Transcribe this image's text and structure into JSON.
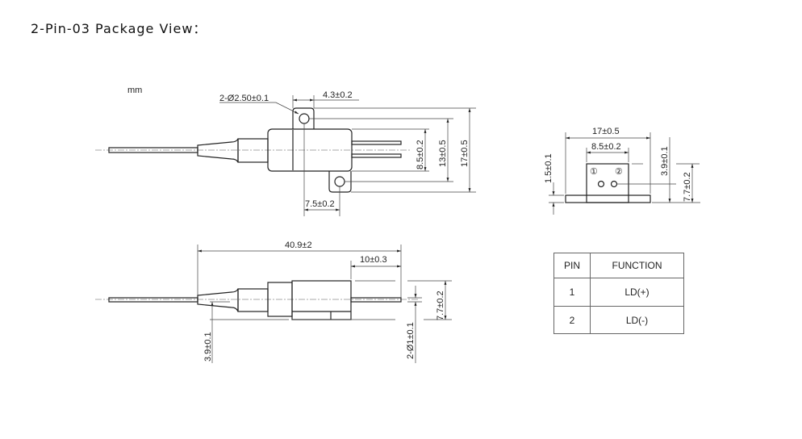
{
  "title": "2-Pin-03 Package View：",
  "unit": "mm",
  "top_view": {
    "hole_label": "2-Ø2.50±0.1",
    "tab_width": "4.3±0.2",
    "pin_pitch": "8.5±0.2",
    "hole_pitch_v": "13±0.5",
    "overall_height": "17±0.5",
    "hole_offset": "7.5±0.2"
  },
  "side_view": {
    "overall_length": "40.9±2",
    "pin_length": "10±0.3",
    "height": "7.7±0.2",
    "pin_diameter": "2-Ø1±0.1",
    "fiber_height": "3.9±0.1"
  },
  "end_view": {
    "width": "17±0.5",
    "pin_pitch": "8.5±0.2",
    "base_thickness": "1.5±0.1",
    "pin_height": "3.9±0.1",
    "height": "7.7±0.2",
    "pin1_marker": "①",
    "pin2_marker": "②"
  },
  "pin_table": {
    "headers": [
      "PIN",
      "FUNCTION"
    ],
    "rows": [
      {
        "pin": "1",
        "function": "LD(+)"
      },
      {
        "pin": "2",
        "function": "LD(-)"
      }
    ]
  }
}
